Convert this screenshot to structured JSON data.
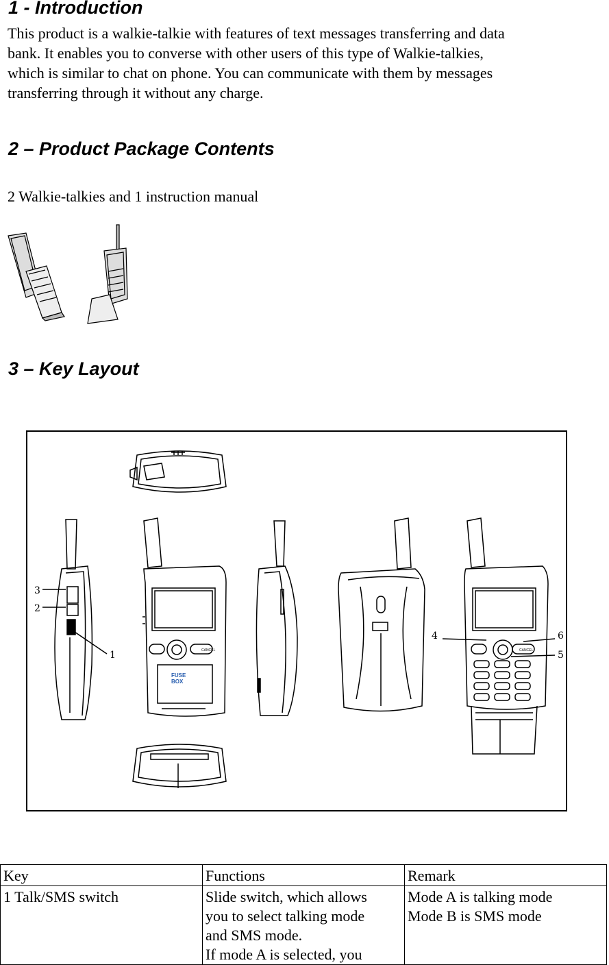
{
  "section1": {
    "heading": "1 - Introduction",
    "lines": [
      "This product is a walkie-talkie with features of text messages transferring and data",
      "bank.  It enables you to converse with other users of this type of Walkie-talkies,",
      "which is similar to chat on phone.  You can communicate with them by messages",
      "transferring through it without any charge."
    ]
  },
  "section2": {
    "heading": "2 – Product Package Contents",
    "text": "2 Walkie-talkies and 1 instruction manual"
  },
  "section3": {
    "heading": "3 – Key Layout",
    "callouts": [
      "1",
      "2",
      "3",
      "4",
      "5",
      "6"
    ],
    "device_labels": {
      "cancel": "CANCEL",
      "brand_line1": "FUSE",
      "brand_line2": "BOX"
    }
  },
  "table": {
    "headers": [
      "Key",
      "Functions",
      "Remark"
    ],
    "rows": [
      {
        "key": "1 Talk/SMS switch",
        "functions": [
          "Slide switch, which allows",
          "you to select talking mode",
          "and SMS mode.",
          "If mode A is selected, you"
        ],
        "remark": [
          "Mode A is talking mode",
          "Mode B is SMS mode"
        ]
      }
    ]
  }
}
